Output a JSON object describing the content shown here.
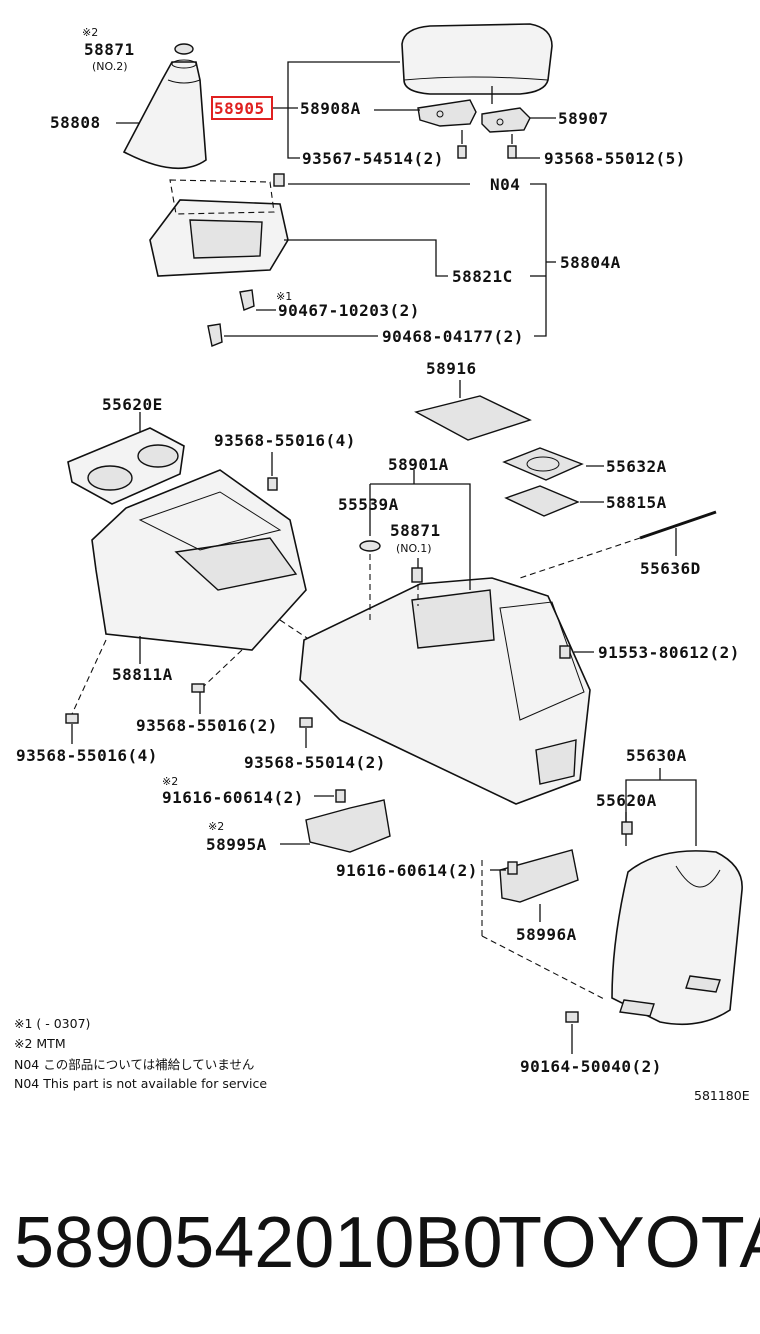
{
  "parts": {
    "p58871_top": "58871",
    "p58871_top_note": "(NO.2)",
    "p58808": "58808",
    "p58905": "58905",
    "p58908A": "58908A",
    "p58907": "58907",
    "p93567": "93567-54514(2)",
    "p93568_55012": "93568-55012(5)",
    "pN04": "N04",
    "p58821C": "58821C",
    "p58804A": "58804A",
    "p90467": "90467-10203(2)",
    "p90468": "90468-04177(2)",
    "p58916": "58916",
    "p55620E": "55620E",
    "p93568_55016_top": "93568-55016(4)",
    "p58901A": "58901A",
    "p55632A": "55632A",
    "p55539A": "55539A",
    "p58815A": "58815A",
    "p58871_mid": "58871",
    "p58871_mid_note": "(NO.1)",
    "p55636D": "55636D",
    "p91553": "91553-80612(2)",
    "p58811A": "58811A",
    "p93568_55016_mid": "93568-55016(2)",
    "p93568_55016_left": "93568-55016(4)",
    "p93568_55014": "93568-55014(2)",
    "p55630A": "55630A",
    "p55620A": "55620A",
    "p91616_top": "91616-60614(2)",
    "p58995A": "58995A",
    "p91616_mid": "91616-60614(2)",
    "p58996A": "58996A",
    "p90164": "90164-50040(2)"
  },
  "marks": {
    "m2_a": "※2",
    "m1_a": "※1",
    "m2_b": "※2",
    "m2_c": "※2"
  },
  "notes": {
    "n1": "※1 (       - 0307)",
    "n2": "※2 MTM",
    "n3": "N04 この部品については補給していません",
    "n4": "N04 This part is not available for service"
  },
  "diagram_code": "581180E",
  "caption": {
    "part_number": "5890542010B0",
    "brand": "TOYOTA"
  },
  "colors": {
    "highlight": "#e02020"
  }
}
